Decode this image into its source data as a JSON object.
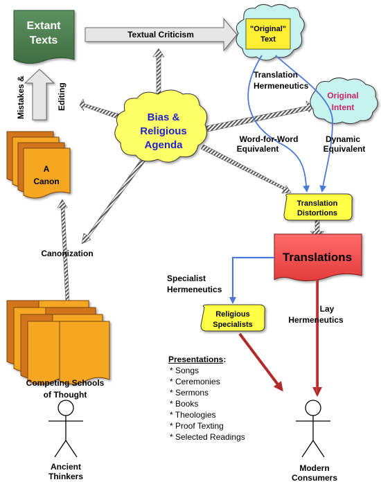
{
  "nodes": {
    "extant_texts": {
      "line1": "Extant",
      "line2": "Texts"
    },
    "original_text": {
      "line1": "\"Original\"",
      "line2": "Text"
    },
    "original_intent": {
      "line1": "Original",
      "line2": "Intent"
    },
    "bias": {
      "line1": "Bias &",
      "line2": "Religious",
      "line3": "Agenda"
    },
    "canon": {
      "line1": "A",
      "line2": "Canon"
    },
    "translation_distortions": {
      "line1": "Translation",
      "line2": "Distortions"
    },
    "translations": {
      "label": "Translations"
    },
    "religious_specialists": {
      "line1": "Religious",
      "line2": "Specialists"
    },
    "competing_schools": {
      "line1": "Competing Schools",
      "line2": "of Thought"
    },
    "ancient_thinkers": {
      "line1": "Ancient",
      "line2": "Thinkers"
    },
    "modern_consumers": {
      "line1": "Modern",
      "line2": "Consumers"
    }
  },
  "edges": {
    "textual_criticism": "Textual Criticism",
    "mistakes": "Mistakes &",
    "editing": "Editing",
    "translation_hermeneutics": {
      "line1": "Translation",
      "line2": "Hermeneutics"
    },
    "word_for_word": {
      "line1": "Word-for-Word",
      "line2": "Equivalent"
    },
    "dynamic": {
      "line1": "Dynamic",
      "line2": "Equivalent"
    },
    "canonization": "Canonization",
    "specialist_hermeneutics": {
      "line1": "Specialist",
      "line2": "Hermeneutics"
    },
    "lay_hermeneutics": {
      "line1": "Lay",
      "line2": "Hermeneutics"
    }
  },
  "presentations": {
    "title": "Presentations",
    "colon": ":",
    "items": [
      "* Songs",
      "* Ceremonies",
      "* Sermons",
      "* Books",
      "* Theologies",
      "* Proof Texting",
      "* Selected Readings"
    ]
  },
  "colors": {
    "extant_green": "#4f7f52",
    "cloud_cyan": "#c6f3ee",
    "cloud_yellow": "#ffff66",
    "canon_orange": "#f5a623",
    "canon_dark": "#d0741a",
    "translations_red": "#f04a4a",
    "specialists_yellow": "#ffff44",
    "blue_arrow": "#4a78d8",
    "red_arrow": "#b22a2a",
    "bias_text": "#2222cc",
    "intent_text": "#cc2266"
  }
}
